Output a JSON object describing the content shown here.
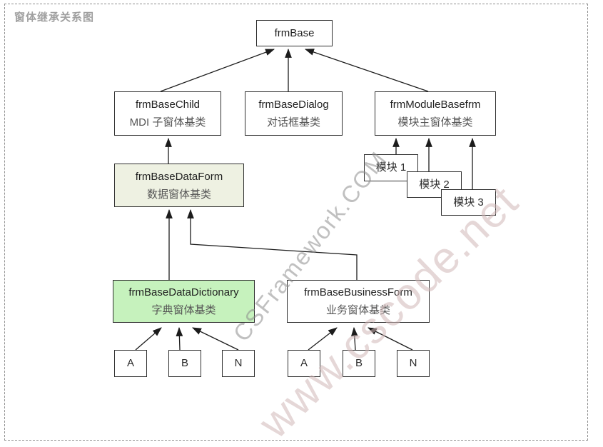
{
  "page": {
    "title": "窗体继承关系图"
  },
  "watermarks": {
    "framework": "CSFramework.COM",
    "site": "www.cscode.net"
  },
  "colors": {
    "data_form_fill": "#eef1e2",
    "dictionary_fill": "#c6f2bd",
    "box_border": "#2f2f2f",
    "connector": "#1c1c1c",
    "title": "#a0a0a0"
  },
  "nodes": {
    "frmBase": {
      "title": "frmBase"
    },
    "frmBaseChild": {
      "title": "frmBaseChild",
      "subtitle": "MDI 子窗体基类"
    },
    "frmBaseDialog": {
      "title": "frmBaseDialog",
      "subtitle": "对话框基类"
    },
    "frmModuleBasefrm": {
      "title": "frmModuleBasefrm",
      "subtitle": "模块主窗体基类"
    },
    "frmBaseDataForm": {
      "title": "frmBaseDataForm",
      "subtitle": "数据窗体基类"
    },
    "module1": {
      "title": "模块 1"
    },
    "module2": {
      "title": "模块 2"
    },
    "module3": {
      "title": "模块 3"
    },
    "frmBaseDataDictionary": {
      "title": "frmBaseDataDictionary",
      "subtitle": "字典窗体基类"
    },
    "frmBaseBusinessForm": {
      "title": "frmBaseBusinessForm",
      "subtitle": "业务窗体基类"
    },
    "dictChildA": {
      "title": "A"
    },
    "dictChildB": {
      "title": "B"
    },
    "dictChildN": {
      "title": "N"
    },
    "bizChildA": {
      "title": "A"
    },
    "bizChildB": {
      "title": "B"
    },
    "bizChildN": {
      "title": "N"
    }
  }
}
